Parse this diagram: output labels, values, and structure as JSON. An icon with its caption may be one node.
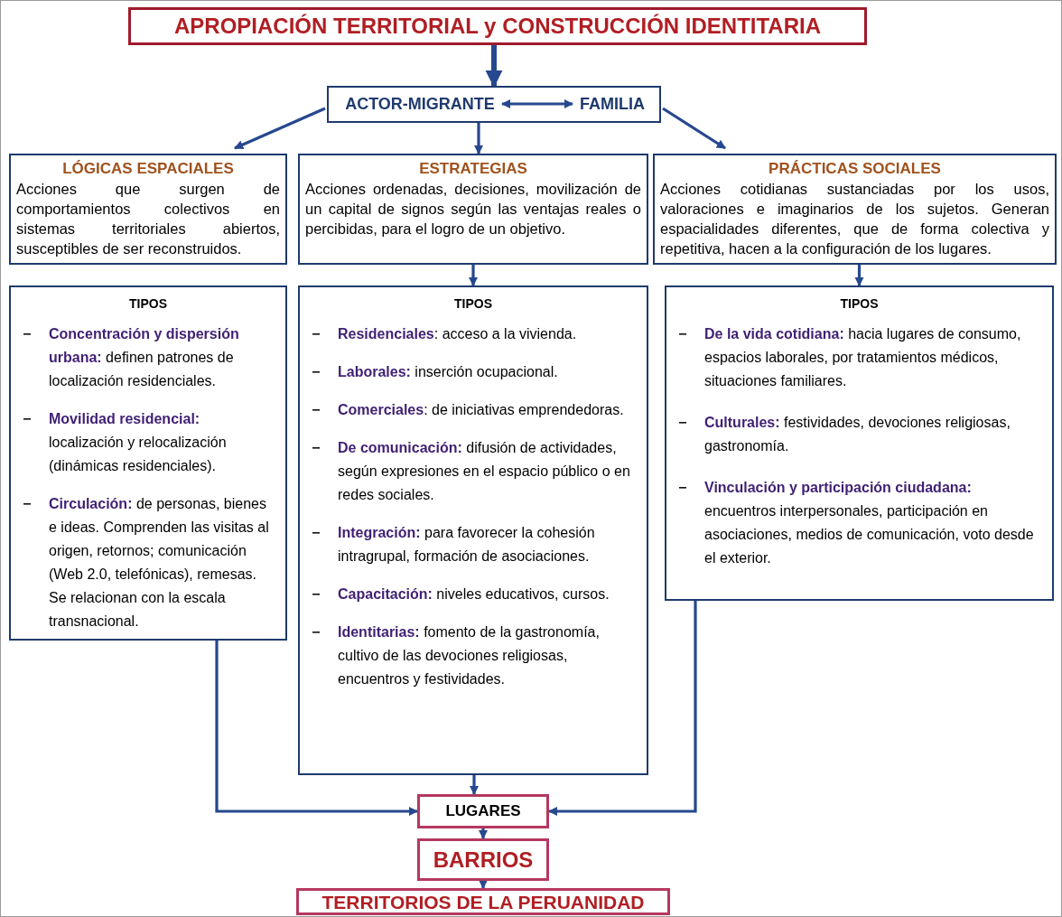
{
  "diagram": {
    "nodes": [
      {
        "text": [
          "APROPIACIÓN TERRITORIAL y CONSTRUCCIÓN IDENTITARIA"
        ]
      },
      {
        "text": [],
        "shape": "box"
      },
      {
        "text": [
          "ACTOR-MIGRANTE"
        ],
        "in": 1
      },
      {
        "text": [
          "FAMILIA"
        ],
        "in": 1
      },
      {
        "text": [
          "LÓGICAS ESPACIALES",
          "Acciones que surgen de comportamientos colectivos en sistemas territoriales abiertos, susceptibles de ser reconstruidos."
        ]
      },
      {
        "text": [
          "ESTRATEGIAS",
          "Acciones ordenadas, decisiones, movilización de un capital de signos según las ventajas reales o percibidas, para el logro de un objetivo."
        ]
      },
      {
        "text": [
          "PRÁCTICAS SOCIALES",
          "Acciones cotidianas sustanciadas por los usos, valoraciones e imaginarios de los sujetos. Generan espacialidades diferentes, que de forma colectiva y repetitiva, hacen a la configuración de los lugares."
        ]
      },
      {
        "text": [
          "TIPOS",
          "**Concentración y dispersión urbana:** definen patrones de localización residenciales.",
          "**Movilidad residencial:** localización y relocalización (dinámicas residenciales).",
          "**Circulación:** de personas, bienes e ideas. Comprenden las visitas al origen, retornos; comunicación (Web 2.0, telefónicas), remesas. Se relacionan con la escala transnacional."
        ]
      },
      {
        "text": [
          "TIPOS",
          "**Residenciales**: acceso a la vivienda.",
          "**Laborales:** inserción ocupacional.",
          "**Comerciales**: de iniciativas emprendedoras.",
          "**De comunicación:** difusión de actividades, según expresiones en el espacio público o en redes sociales.",
          "**Integración:** para favorecer la cohesión intragrupal, formación de asociaciones.",
          "**Capacitación:** niveles educativos, cursos.",
          "**Identitarias:** fomento de la gastronomía, cultivo de las devociones religiosas, encuentros y festividades."
        ]
      },
      {
        "text": [
          "TIPOS",
          "**De la vida cotidiana:** hacia lugares de consumo, espacios laborales, por tratamientos médicos, situaciones familiares.",
          "**Culturales:** festividades, devociones religiosas, gastronomía.",
          "**Vinculación y participación ciudadana:** encuentros interpersonales, participación en asociaciones, medios de comunicación, voto desde el exterior."
        ]
      },
      {
        "text": [
          "LUGARES"
        ]
      },
      {
        "text": [
          "BARRIOS"
        ]
      },
      {
        "text": [
          "TERRITORIOS DE LA PERUANIDAD"
        ]
      }
    ],
    "edges": [
      {
        "from": 0,
        "to": 1,
        "arrow": "to",
        "style": "thick"
      },
      {
        "from": 2,
        "to": 3,
        "arrow": "both"
      },
      {
        "from": 1,
        "to": 4,
        "arrow": "to"
      },
      {
        "from": 1,
        "to": 5,
        "arrow": "to"
      },
      {
        "from": 1,
        "to": 6,
        "arrow": "to"
      },
      {
        "from": 5,
        "to": 8,
        "arrow": "to"
      },
      {
        "from": 6,
        "to": 9,
        "arrow": "to"
      },
      {
        "from": 7,
        "to": 10,
        "arrow": "to"
      },
      {
        "from": 8,
        "to": 10,
        "arrow": "to"
      },
      {
        "from": 9,
        "to": 10,
        "arrow": "to"
      },
      {
        "from": 10,
        "to": 11,
        "arrow": "to"
      },
      {
        "from": 11,
        "to": 12,
        "arrow": "to"
      }
    ]
  }
}
